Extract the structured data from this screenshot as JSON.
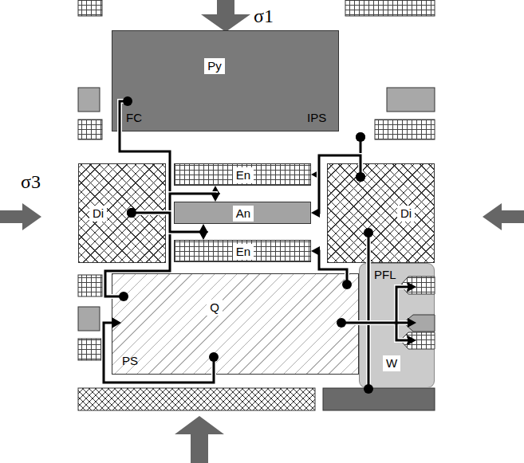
{
  "diagram": {
    "nodes": [
      {
        "text": [
          "Py"
        ]
      },
      {
        "text": [
          "Di"
        ]
      },
      {
        "text": [
          "En"
        ]
      },
      {
        "text": [
          "An"
        ]
      },
      {
        "text": [
          "En"
        ]
      },
      {
        "text": [
          "Di"
        ]
      },
      {
        "text": [
          "Q"
        ]
      },
      {
        "text": [
          "W"
        ]
      }
    ],
    "edges": [
      {
        "from": 0,
        "to": 6,
        "arrow": "none"
      },
      {
        "from": 1,
        "to": 2,
        "arrow": "to"
      },
      {
        "from": 1,
        "to": 3,
        "arrow": "to"
      },
      {
        "from": 1,
        "to": 4,
        "arrow": "to"
      },
      {
        "from": 0,
        "to": 2,
        "arrow": "to"
      },
      {
        "from": 0,
        "to": 5,
        "arrow": "none"
      },
      {
        "from": 5,
        "to": 3,
        "arrow": "to"
      },
      {
        "from": 6,
        "to": 4,
        "arrow": "to"
      },
      {
        "from": 5,
        "to": 7,
        "arrow": "none"
      },
      {
        "from": 6,
        "to": 7,
        "arrow": "to"
      }
    ],
    "labels": [
      "σ1",
      "σ3",
      "FC",
      "IPS",
      "PS",
      "PFL"
    ]
  }
}
